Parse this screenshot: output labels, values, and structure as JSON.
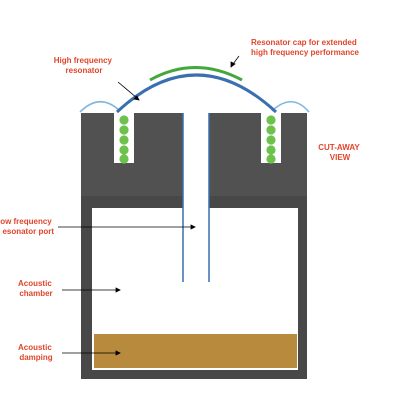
{
  "labels": {
    "resonator_cap": [
      "Resonator cap for extended",
      "high frequency performance"
    ],
    "hf_resonator": [
      "High frequency",
      "resonator"
    ],
    "cutaway": [
      "CUT-AWAY",
      "VIEW"
    ],
    "lf_port": [
      "ow frequency",
      "esonator port"
    ],
    "chamber": [
      "Acoustic",
      "chamber"
    ],
    "damping": [
      "Acoustic",
      "damping"
    ]
  },
  "colors": {
    "label": "#e0452b",
    "body": "#515151",
    "lower_body": "#484848",
    "blue_line": "#3a6fb0",
    "light_blue": "#7fb7e0",
    "green_arc": "#43a83b",
    "green_dot": "#6cc24a",
    "damping": "#b78a3e"
  }
}
